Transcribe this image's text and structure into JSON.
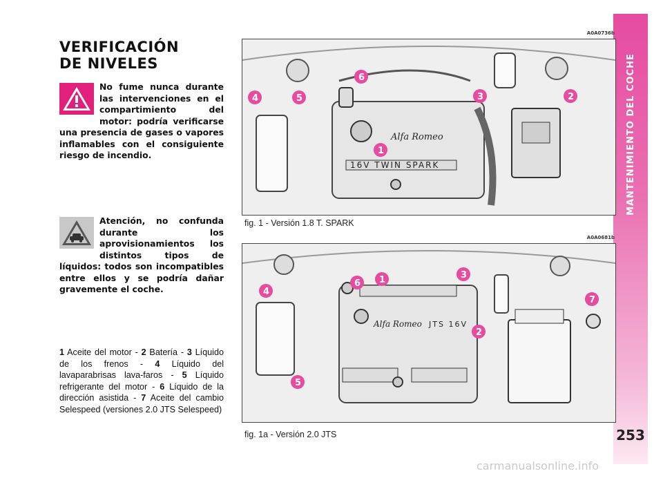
{
  "sidebar": {
    "title": "MANTENIMIENTO DEL COCHE",
    "color": "#e64ba0"
  },
  "page_number": "253",
  "heading": {
    "line1": "VERIFICACIÓN",
    "line2": "DE NIVELES"
  },
  "warning": {
    "icon": "warning-triangle-icon",
    "icon_color": "#e0207a",
    "text": "No fume nunca durante las intervenciones en el compartimiento del motor: podría verificarse una presencia de gases o vapores inflamables con el consiguiente riesgo de incendio."
  },
  "attention": {
    "icon": "car-caution-icon",
    "text": "Atención, no confunda durante los aprovisionamientos los distintos tipos de líquidos: todos son incompatibles entre ellos y se podría dañar gravemente el coche."
  },
  "legend": [
    {
      "num": "1",
      "text": "Aceite del motor -"
    },
    {
      "num": "2",
      "text": "Batería -"
    },
    {
      "num": "3",
      "text": "Líquido de los frenos -"
    },
    {
      "num": "4",
      "text": "Líquido del lavaparabrisas lava-faros -"
    },
    {
      "num": "5",
      "text": "Líquido refrigerante del motor -"
    },
    {
      "num": "6",
      "text": "Líquido de la dirección asistida -"
    },
    {
      "num": "7",
      "text": "Aceite del cambio Selespeed (versiones 2.0 JTS Selespeed)"
    }
  ],
  "figures": [
    {
      "code": "A0A0736b",
      "caption": "fig. 1 - Versión 1.8 T. SPARK",
      "engine_text_1": "16V TWIN SPARK",
      "engine_text_2": "Alfa Romeo",
      "callouts": [
        "1",
        "2",
        "3",
        "4",
        "5",
        "6"
      ]
    },
    {
      "code": "A0A0681b",
      "caption": "fig. 1a - Versión 2.0 JTS",
      "engine_text_1": "JTS 16V",
      "engine_text_2": "Alfa Romeo",
      "callouts": [
        "1",
        "2",
        "3",
        "4",
        "5",
        "6",
        "7"
      ]
    }
  ],
  "callout_color": "#e64ba0",
  "watermark": "carmanualsonline.info"
}
